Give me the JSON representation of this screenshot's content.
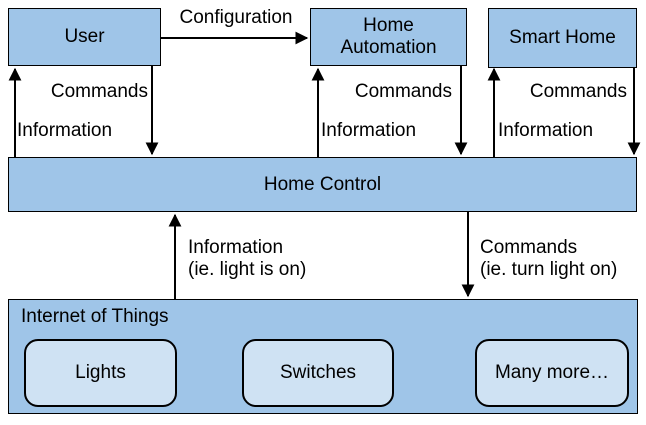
{
  "diagram": {
    "nodes": {
      "user": "User",
      "home_automation": "Home\nAutomation",
      "smart_home": "Smart Home",
      "home_control": "Home Control",
      "internet_of_things": "Internet of Things",
      "lights": "Lights",
      "switches": "Switches",
      "many_more": "Many more…"
    },
    "edge_labels": {
      "configuration": "Configuration",
      "user_commands": "Commands",
      "user_information": "Information",
      "automation_commands": "Commands",
      "automation_information": "Information",
      "smarthome_commands": "Commands",
      "smarthome_information": "Information",
      "iot_information": "Information\n(ie. light is on)",
      "iot_commands": "Commands\n(ie. turn light on)"
    },
    "colors": {
      "node_fill": "#9fc5e8",
      "subnode_fill": "#cfe2f3",
      "border": "#000000",
      "text": "#000000",
      "background": "#ffffff"
    }
  }
}
